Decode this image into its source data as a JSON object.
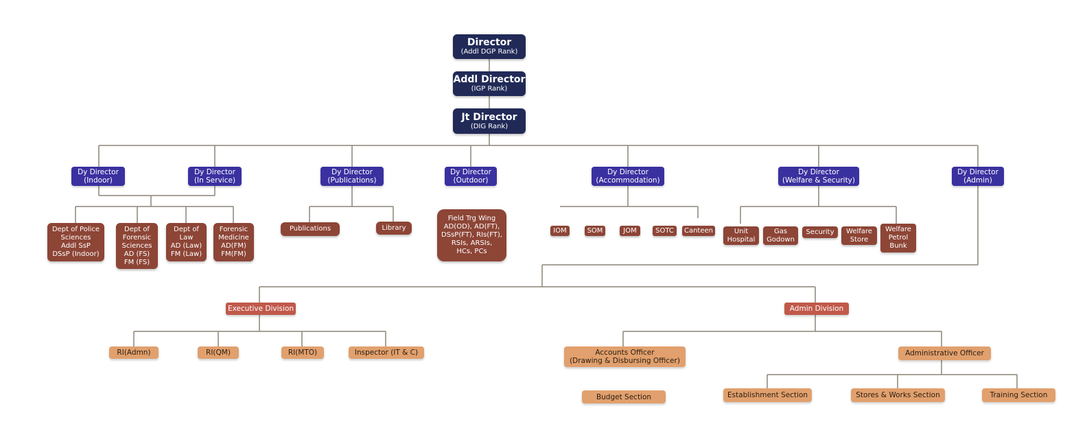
{
  "colors": {
    "top_level": "#212a57",
    "deputy": "#3a31a0",
    "unit": "#8d4536",
    "division": "#c0594a",
    "section": "#e1a06d",
    "connector": "#8a8476"
  },
  "top": {
    "director": {
      "title": "Director",
      "rank": "(Addl DGP Rank)"
    },
    "addl_director": {
      "title": "Addl Director",
      "rank": "(IGP Rank)"
    },
    "jt_director": {
      "title": "Jt Director",
      "rank": "(DIG Rank)"
    }
  },
  "deputies": {
    "indoor": {
      "title": "Dy Director",
      "sub": "(Indoor)"
    },
    "in_service": {
      "title": "Dy Director",
      "sub": "(In Service)"
    },
    "publications": {
      "title": "Dy Director",
      "sub": "(Publications)"
    },
    "outdoor": {
      "title": "Dy Director",
      "sub": "(Outdoor)"
    },
    "accommodation": {
      "title": "Dy Director",
      "sub": "(Accommodation)"
    },
    "welfare": {
      "title": "Dy Director",
      "sub": "(Welfare & Security)"
    },
    "admin": {
      "title": "Dy Director",
      "sub": "(Admin)"
    }
  },
  "indoor_units": {
    "police_sciences": [
      "Dept of Police",
      "Sciences",
      "Addl SsP",
      "DSsP (Indoor)"
    ],
    "forensic_sciences": [
      "Dept of",
      "Forensic",
      "Sciences",
      "AD (FS)",
      "FM (FS)"
    ],
    "law": [
      "Dept of",
      "Law",
      "AD (Law)",
      "FM (Law)"
    ],
    "forensic_medicine": [
      "Forensic",
      "Medicine",
      "AD(FM)",
      "FM(FM)"
    ]
  },
  "publication_units": {
    "publications": "Publications",
    "library": "Library"
  },
  "outdoor_unit": [
    "Field Trg Wing",
    "AD(OD), AD(FT),",
    "DSsP(FT), RIs(FT),",
    "RSIs, ARSIs,",
    "HCs, PCs"
  ],
  "accommodation_units": [
    "IOM",
    "SOM",
    "JOM",
    "SOTC",
    "Canteen"
  ],
  "welfare_units": {
    "unit_hospital": [
      "Unit",
      "Hospital"
    ],
    "gas_godown": [
      "Gas",
      "Godown"
    ],
    "security": [
      "Security"
    ],
    "welfare_store": [
      "Welfare",
      "Store"
    ],
    "petrol_bunk": [
      "Welfare",
      "Petrol",
      "Bunk"
    ]
  },
  "divisions": {
    "executive": "Executive Division",
    "admin": "Admin Division"
  },
  "executive_sections": [
    "RI(Admn)",
    "RI(QM)",
    "RI(MTO)",
    "Inspector (IT & C)"
  ],
  "admin_officers": {
    "accounts": {
      "title": "Accounts Officer",
      "sub": "(Drawing & Disbursing Officer)"
    },
    "administrative": "Administrative Officer"
  },
  "budget_section": "Budget Section",
  "admin_sections": [
    "Establishment Section",
    "Stores & Works Section",
    "Training Section"
  ]
}
